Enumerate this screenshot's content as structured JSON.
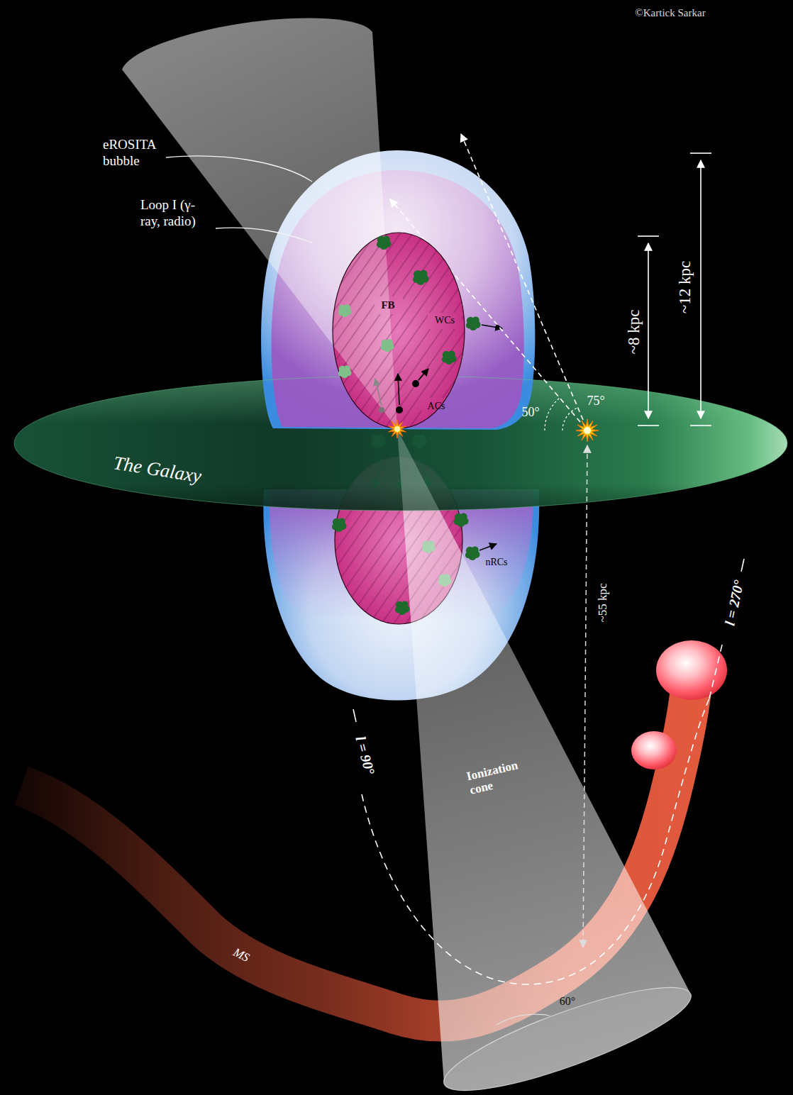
{
  "diagram": {
    "nodes": [
      {
        "text": [
          "FB"
        ]
      },
      {
        "text": [
          "The Galaxy"
        ]
      },
      {
        "text": [
          "Ionization cone"
        ]
      },
      {
        "text": [
          "MS"
        ]
      }
    ],
    "labels": [
      "©Kartick Sarkar",
      "eROSITA bubble",
      "Loop I (γ-ray, radio)",
      "~12 kpc",
      "~8 kpc",
      "WCs",
      "50°",
      "75°",
      "ACs",
      "nRCs",
      "~55 kpc",
      "l = 270°",
      "l = 90°",
      "60°"
    ]
  }
}
